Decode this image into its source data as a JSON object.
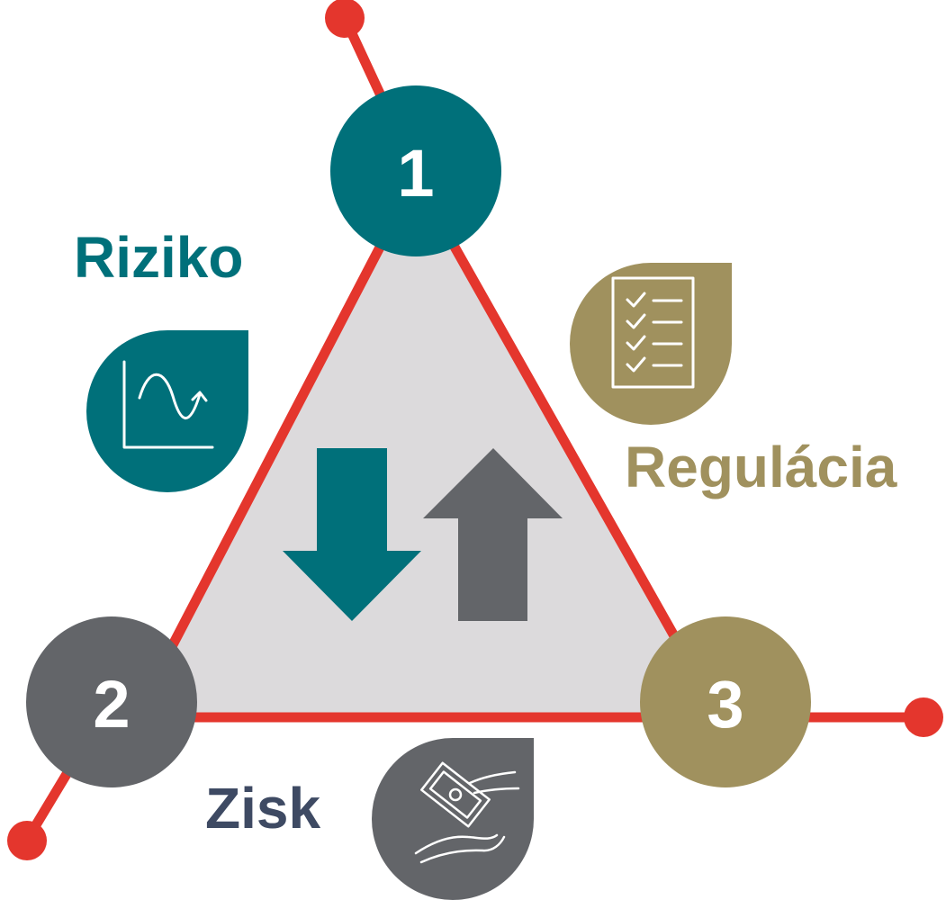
{
  "diagram": {
    "nodes": [
      {
        "number": "1",
        "label": "Riziko",
        "color": "#00707a",
        "label_color": "#00707a",
        "icon": "wave-chart-icon"
      },
      {
        "number": "2",
        "label": "Zisk",
        "color": "#636569",
        "label_color": "#3e4a63",
        "icon": "money-hand-icon"
      },
      {
        "number": "3",
        "label": "Regulácia",
        "color": "#a0915e",
        "label_color": "#a0915e",
        "icon": "checklist-icon"
      }
    ],
    "center_arrows": [
      {
        "direction": "down",
        "color": "#00707a"
      },
      {
        "direction": "up",
        "color": "#636569"
      }
    ],
    "colors": {
      "line": "#e4362d",
      "triangle_fill": "#dcdadc",
      "icon_stroke": "#ffffff"
    }
  }
}
